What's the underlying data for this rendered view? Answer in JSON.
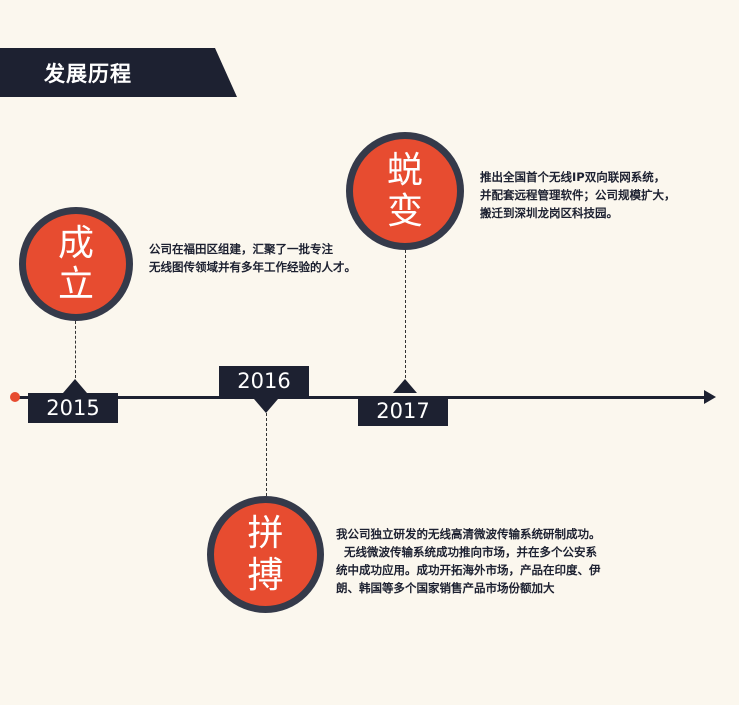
{
  "header": {
    "title": "发展历程"
  },
  "milestones": [
    {
      "year": "2015",
      "char1": "成",
      "char2": "立",
      "description": "公司在福田区组建，汇聚了一批专注\n无线图传领域并有多年工作经验的人才。"
    },
    {
      "year": "2016",
      "char1": "拼",
      "char2": "搏",
      "description": "我公司独立研发的无线高清微波传输系统研制成功。\n  无线微波传输系统成功推向市场，并在多个公安系\n统中成功应用。成功开拓海外市场，产品在印度、伊\n朗、韩国等多个国家销售产品市场份额加大"
    },
    {
      "year": "2017",
      "char1": "蜕",
      "char2": "变",
      "description": "推出全国首个无线IP双向联网系统，\n并配套远程管理软件；公司规模扩大，\n搬迁到深圳龙岗区科技园。"
    }
  ],
  "colors": {
    "dark": "#1d2131",
    "accent": "#e74c30",
    "ring": "#353a4a",
    "background": "#fbf7ee"
  }
}
